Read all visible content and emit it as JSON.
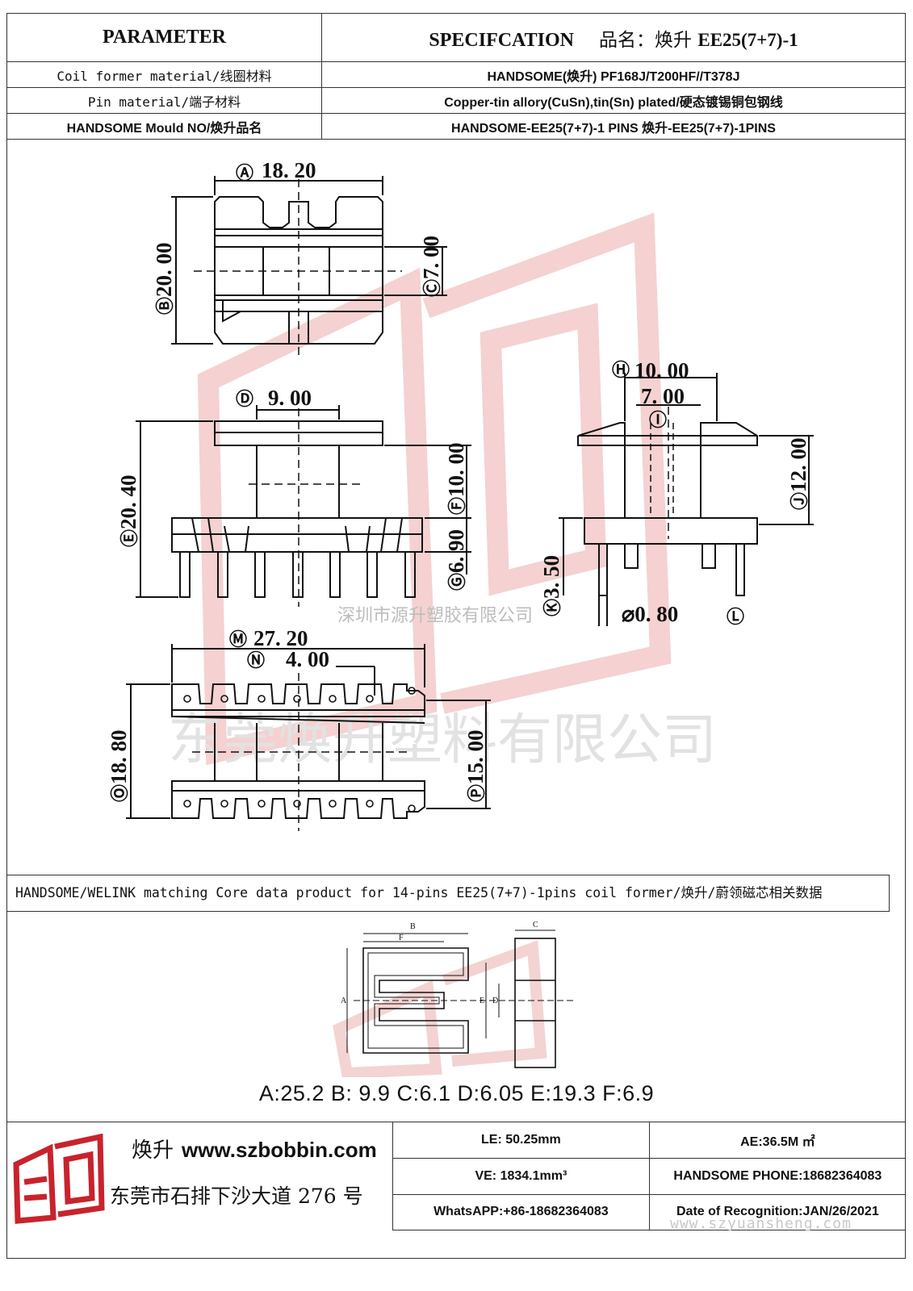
{
  "header": {
    "parameter_label": "PARAMETER",
    "spec_label": "SPECIFCATION",
    "product_name_label": "品名：焕升",
    "product_model": "EE25(7+7)-1"
  },
  "rows": [
    {
      "label": "Coil former material/线圈材料",
      "value": "HANDSOME(焕升)   PF168J/T200HF//T378J"
    },
    {
      "label": "Pin material/端子材料",
      "value": "Copper-tin allory(CuSn),tin(Sn) plated/硬态镀锡铜包钢线"
    },
    {
      "label": "HANDSOME Mould NO/焕升品名",
      "value": "HANDSOME-EE25(7+7)-1 PINS    焕升-EE25(7+7)-1PINS"
    }
  ],
  "dimensions": {
    "A": "18. 20",
    "B": "20. 00",
    "C": "7. 00",
    "D": "9. 00",
    "E": "20. 40",
    "F": "10. 00",
    "G": "6. 90",
    "H": "10. 00",
    "I": "7. 00",
    "J": "12. 00",
    "K": "3. 50",
    "L": "0. 80",
    "M": "27. 20",
    "N": "4. 00",
    "O": "18. 80",
    "P": "15. 00"
  },
  "watermarks": {
    "small": "深圳市源升塑胶有限公司",
    "large": "东莞焕升塑料有限公司",
    "url": "www.szyuansheng.com"
  },
  "core_section": {
    "title": "HANDSOME/WELINK matching Core data  product for 14-pins EE25(7+7)-1pins coil former/焕升/蔚领磁芯相关数据",
    "data_line": "A:25.2 B: 9.9 C:6.1 D:6.05 E:19.3 F:6.9",
    "letters": {
      "A": "A",
      "B": "B",
      "C": "C",
      "D": "D",
      "E": "E",
      "F": "F"
    }
  },
  "footer": {
    "brand": "焕升",
    "website": "www.szbobbin.com",
    "address": "东莞市石排下沙大道 276 号",
    "le": "LE: 50.25mm",
    "ae": "AE:36.5M ㎡",
    "ve": "VE: 1834.1mm³",
    "phone": "HANDSOME PHONE:18682364083",
    "whatsapp": "WhatsAPP:+86-18682364083",
    "date": "Date of Recognition:JAN/26/2021"
  },
  "colors": {
    "line": "#111111",
    "watermark": "#e9a9a9",
    "logo": "#c8232c"
  }
}
